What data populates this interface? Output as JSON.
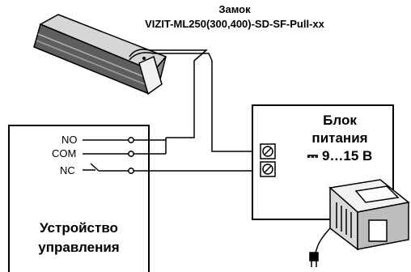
{
  "lock": {
    "title_line1": "Замок",
    "title_line2": "VIZIT-ML250(300,400)-SD-SF-Pull-xx"
  },
  "controller": {
    "terminals": [
      "NO",
      "COM",
      "NC"
    ],
    "title_line1": "Устройство",
    "title_line2": "управления"
  },
  "power_supply": {
    "title_line1": "Блок",
    "title_line2": "питания",
    "voltage_symbol": "⎓",
    "voltage": "9…15 В"
  }
}
